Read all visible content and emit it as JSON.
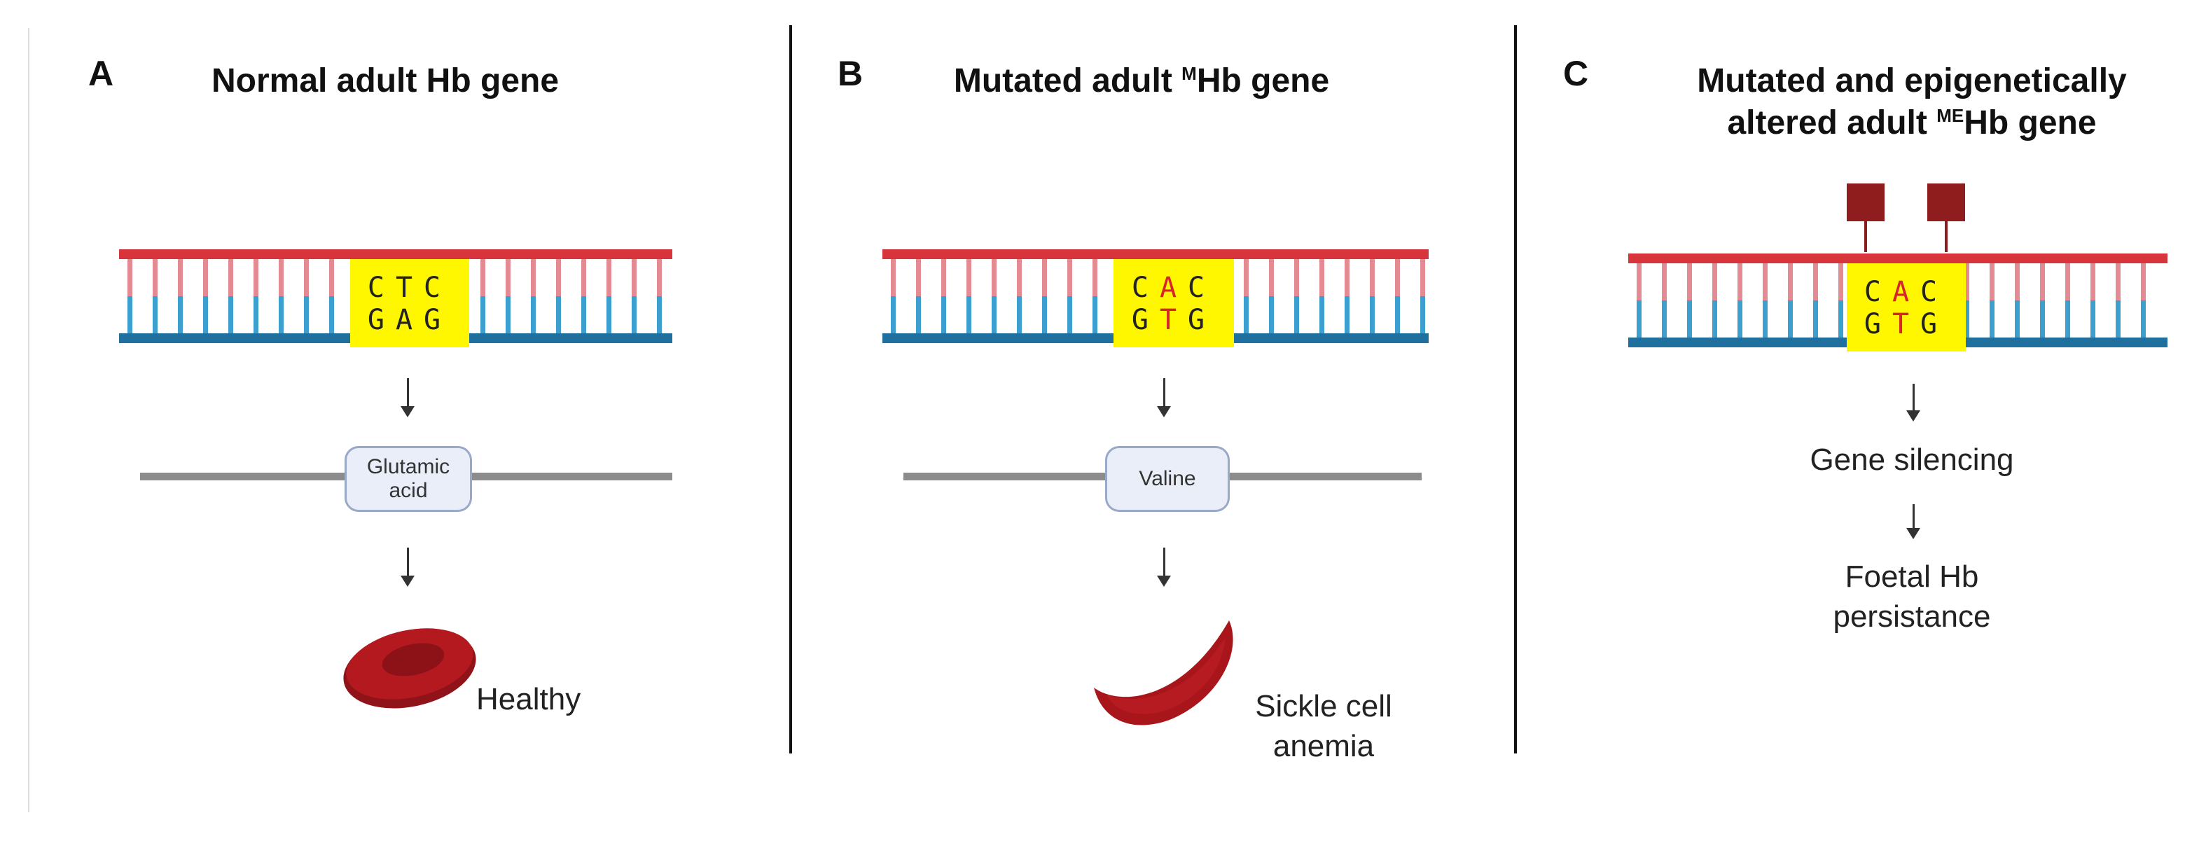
{
  "panels": [
    {
      "letter": "A",
      "title": "Normal adult Hb gene",
      "codon_top": "CTC",
      "codon_bottom": "GAG",
      "amino_acid_line1": "Glutamic",
      "amino_acid_line2": "acid",
      "outcome": "Healthy"
    },
    {
      "letter": "B",
      "title_pre": "Mutated adult ",
      "title_sup": "M",
      "title_post": "Hb gene",
      "codon_top": [
        "C",
        "A",
        "C"
      ],
      "codon_bottom": [
        "G",
        "T",
        "G"
      ],
      "amino_acid": "Valine",
      "outcome_line1": "Sickle cell",
      "outcome_line2": "anemia"
    },
    {
      "letter": "C",
      "title_line1": "Mutated and epigenetically",
      "title_line2_pre": "altered adult ",
      "title_sup": "ME",
      "title_line2_post": "Hb gene",
      "codon_top": [
        "C",
        "A",
        "C"
      ],
      "codon_bottom": [
        "G",
        "T",
        "G"
      ],
      "step1": "Gene silencing",
      "step2_line1": "Foetal Hb",
      "step2_line2": "persistance"
    }
  ],
  "colors": {
    "dna_top_strand": "#d8343c",
    "dna_bottom_strand": "#1f6f9f",
    "rung_top": "#e48a92",
    "rung_bottom": "#3b9fd0",
    "codon_highlight": "#fff700",
    "mutation_text": "#d6232c",
    "methyl_mark": "#8f1d1d",
    "red_blood_cell": "#a8161c"
  }
}
